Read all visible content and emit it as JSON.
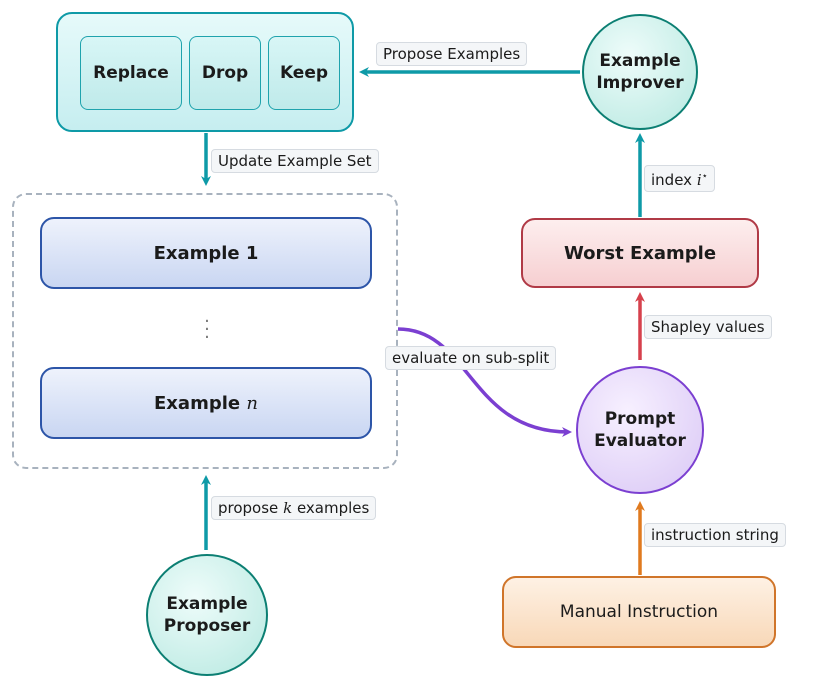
{
  "diagram": {
    "operations": [
      "Replace",
      "Drop",
      "Keep"
    ],
    "example_first": "Example 1",
    "example_last_prefix": "Example",
    "example_last_var": "n",
    "example_proposer": [
      "Example",
      "Proposer"
    ],
    "example_improver": [
      "Example",
      "Improver"
    ],
    "prompt_evaluator": [
      "Prompt",
      "Evaluator"
    ],
    "worst_example": "Worst Example",
    "manual_instruction": "Manual Instruction",
    "edges": {
      "propose_examples": "Propose Examples",
      "update_example_set": "Update Example Set",
      "index_prefix": "index",
      "index_var": "i",
      "index_sup": "⋆",
      "shapley_values": "Shapley values",
      "evaluate_sub_split": "evaluate on sub-split",
      "propose_k_prefix": "propose",
      "propose_k_var": "k",
      "propose_k_suffix": "examples",
      "instruction_string": "instruction string"
    },
    "colors": {
      "teal": "#0e9aa7",
      "red": "#d6414c",
      "purple": "#7b3fd1",
      "orange": "#e07a1f",
      "blue": "#2d55a8"
    }
  }
}
